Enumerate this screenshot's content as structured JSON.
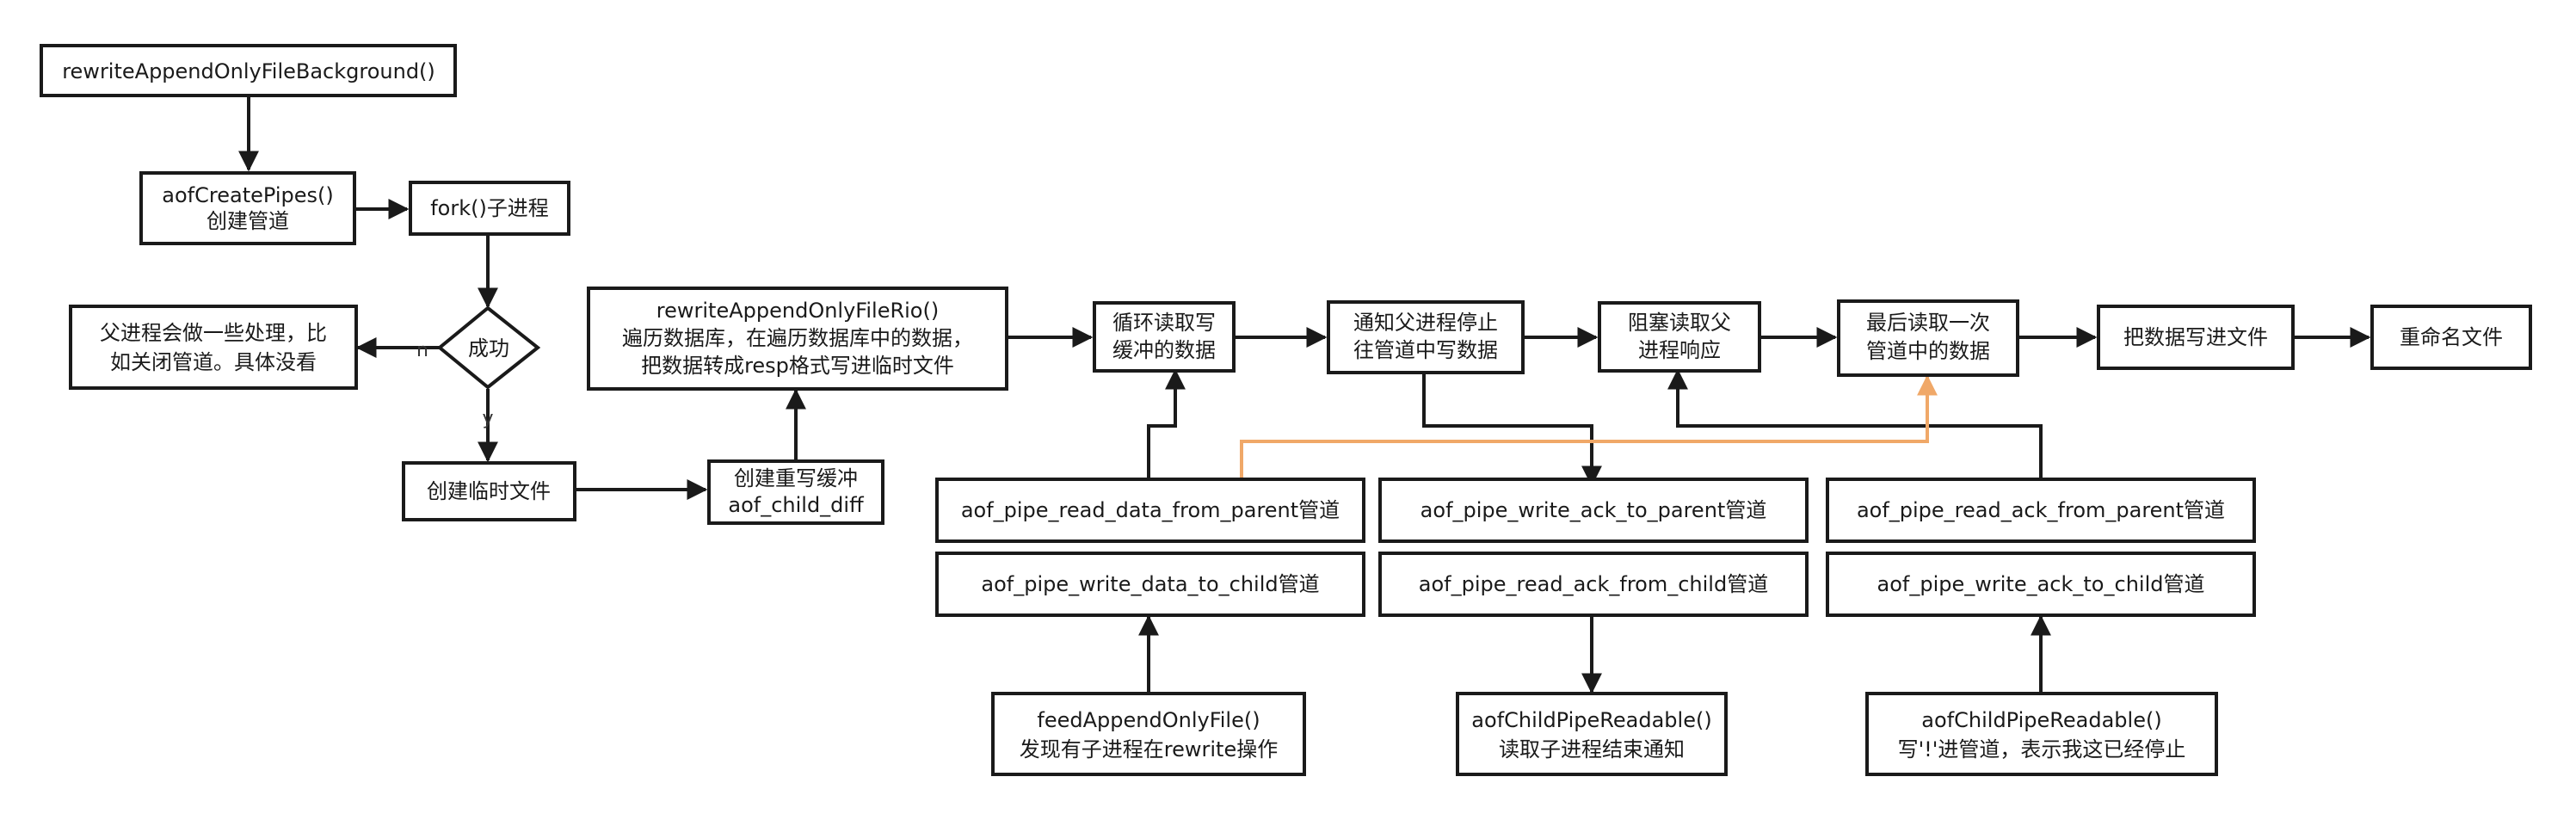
{
  "nodes": {
    "rewrite_bg": "rewriteAppendOnlyFileBackground()",
    "create_pipes": [
      "aofCreatePipes()",
      "创建管道"
    ],
    "fork": "fork()子进程",
    "success": "成功",
    "parent_proc": [
      "父进程会做一些处理，比",
      "如关闭管道。具体没看"
    ],
    "create_temp": "创建临时文件",
    "create_buffer": [
      "创建重写缓冲",
      "aof_child_diff"
    ],
    "rewrite_rio": [
      "rewriteAppendOnlyFileRio()",
      "遍历数据库，在遍历数据库中的数据，",
      "把数据转成resp格式写进临时文件"
    ],
    "loop_read": [
      "循环读取写",
      "缓冲的数据"
    ],
    "notify_parent": [
      "通知父进程停止",
      "往管道中写数据"
    ],
    "block_read": [
      "阻塞读取父",
      "进程响应"
    ],
    "final_read": [
      "最后读取一次",
      "管道中的数据"
    ],
    "write_file": "把数据写进文件",
    "rename_file": "重命名文件",
    "pipe_read_data": "aof_pipe_read_data_from_parent管道",
    "pipe_write_data": "aof_pipe_write_data_to_child管道",
    "pipe_write_ack_parent": "aof_pipe_write_ack_to_parent管道",
    "pipe_read_ack_child": "aof_pipe_read_ack_from_child管道",
    "pipe_read_ack_parent": "aof_pipe_read_ack_from_parent管道",
    "pipe_write_ack_child": "aof_pipe_write_ack_to_child管道",
    "feed_aof": [
      "feedAppendOnlyFile()",
      "发现有子进程在rewrite操作"
    ],
    "child_readable_1": [
      "aofChildPipeReadable()",
      "读取子进程结束通知"
    ],
    "child_readable_2": [
      "aofChildPipeReadable()",
      "写'!'进管道，表示我这已经停止"
    ]
  },
  "edge_labels": {
    "no": "n",
    "yes": "y"
  },
  "colors": {
    "stroke": "#1a1a1a",
    "highlight": "#f0a868",
    "background": "#ffffff"
  }
}
